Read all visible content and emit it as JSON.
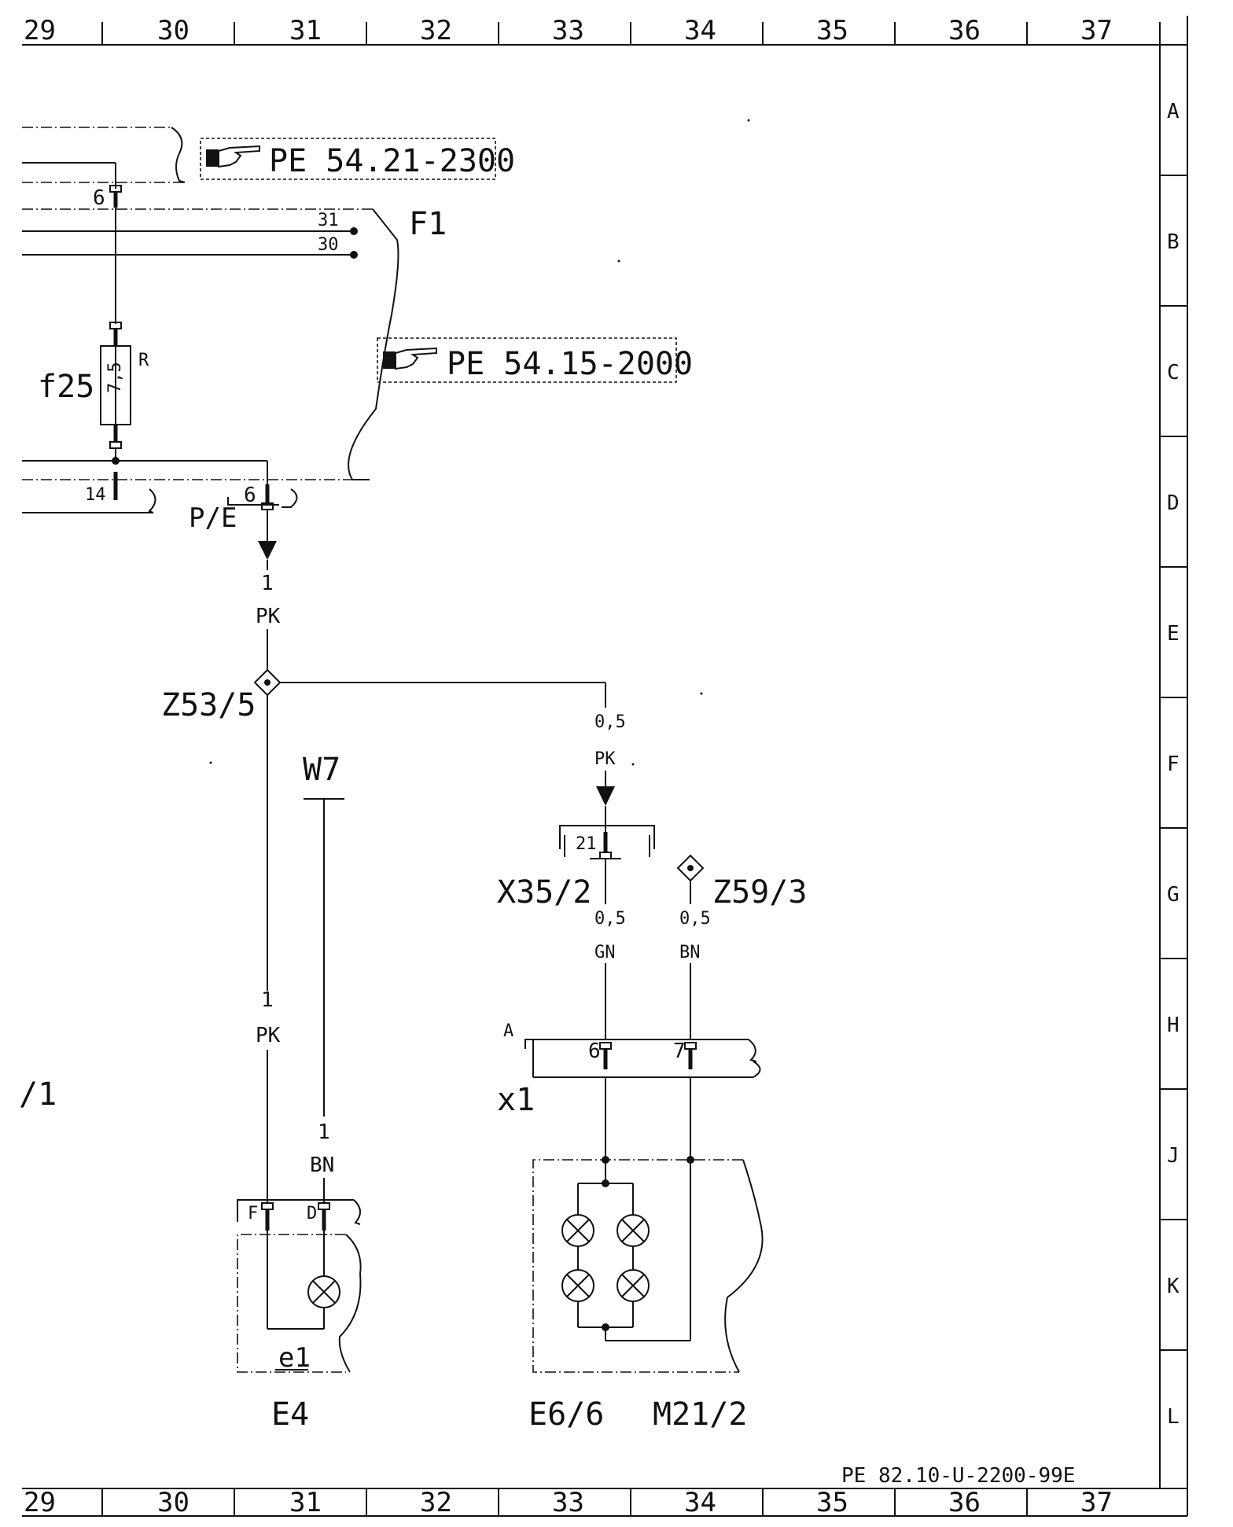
{
  "grid": {
    "columns": [
      "29",
      "30",
      "31",
      "32",
      "33",
      "34",
      "35",
      "36",
      "37"
    ],
    "rows": [
      "A",
      "B",
      "C",
      "D",
      "E",
      "F",
      "G",
      "H",
      "J",
      "K",
      "L"
    ]
  },
  "references": {
    "ref_top": "PE 54.21-2300",
    "ref_mid": "PE 54.15-2000"
  },
  "components": {
    "f1": "F1",
    "f25": "f25",
    "f25_rating": "7,5",
    "f25_r": "R",
    "pe_label": "P/E",
    "z53": "Z53/5",
    "w7": "W7",
    "x35": "X35/2",
    "z59": "Z59/3",
    "x1": "x1",
    "x1_a": "A",
    "e4": "E4",
    "e1": "e1",
    "e6": "E6/6",
    "m21": "M21/2",
    "left_edge": "/1"
  },
  "pins": {
    "p6_top": "6",
    "p31": "31",
    "p30": "30",
    "p14": "14",
    "p6_pe": "6",
    "p21": "21",
    "p6_x1": "6",
    "p7_x1": "7",
    "pF": "F",
    "pD": "D"
  },
  "wires": {
    "w_pe_size": "1",
    "w_pe_color": "PK",
    "w_x35_in_size": "0,5",
    "w_x35_in_color": "PK",
    "w_x35_out_size": "0,5",
    "w_x35_out_color": "GN",
    "w_z59_size": "0,5",
    "w_z59_color": "BN",
    "w_e4f_size": "1",
    "w_e4f_color": "PK",
    "w_e4d_size": "1",
    "w_e4d_color": "BN"
  },
  "footer": {
    "doc_code": "PE 82.10-U-2200-99E"
  }
}
